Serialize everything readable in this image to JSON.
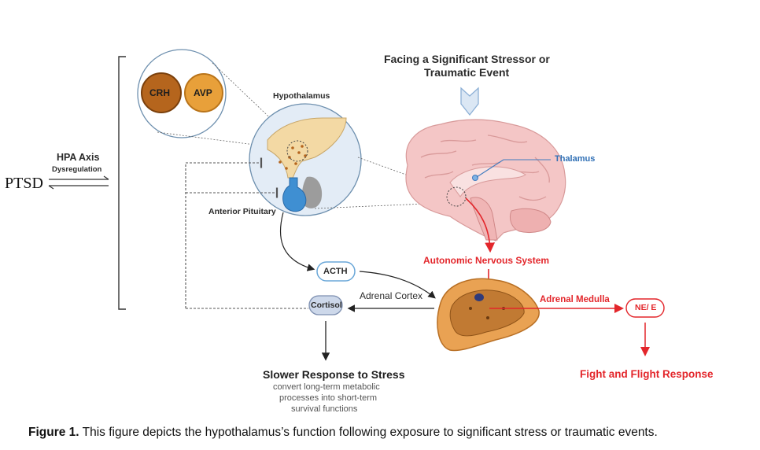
{
  "labels": {
    "ptsd": "PTSD",
    "hpa_axis": "HPA Axis",
    "dysregulation": "Dysregulation",
    "stressor_line1": "Facing a Significant Stressor or",
    "stressor_line2": "Traumatic Event",
    "hypothalamus": "Hypothalamus",
    "crh": "CRH",
    "avp": "AVP",
    "thalamus": "Thalamus",
    "anterior_pituitary": "Anterior Pituitary",
    "autonomic": "Autonomic Nervous System",
    "acth": "ACTH",
    "cortisol": "Cortisol",
    "adrenal_cortex": "Adrenal Cortex",
    "adrenal_medulla": "Adrenal Medulla",
    "ne_e": "NE/ E",
    "slower_title": "Slower Response to Stress",
    "slower_line1": "convert long-term metabolic",
    "slower_line2": "processes into short-term",
    "slower_line3": "survival functions",
    "fight_flight": "Fight and Flight Response"
  },
  "caption": {
    "label": "Figure 1.",
    "text": " This figure depicts the hypothalamus’s function following exposure to significant stress or traumatic events."
  },
  "colors": {
    "red": "#e3262b",
    "crh": "#b5651d",
    "avp": "#e8a03a",
    "brain": "#f4c6c6",
    "pituitary": "#3f8fd2",
    "hypothalamus": "#f3d9a4",
    "acth_border": "#6aa7d8",
    "cortisol_fill": "#cdd8ea"
  }
}
